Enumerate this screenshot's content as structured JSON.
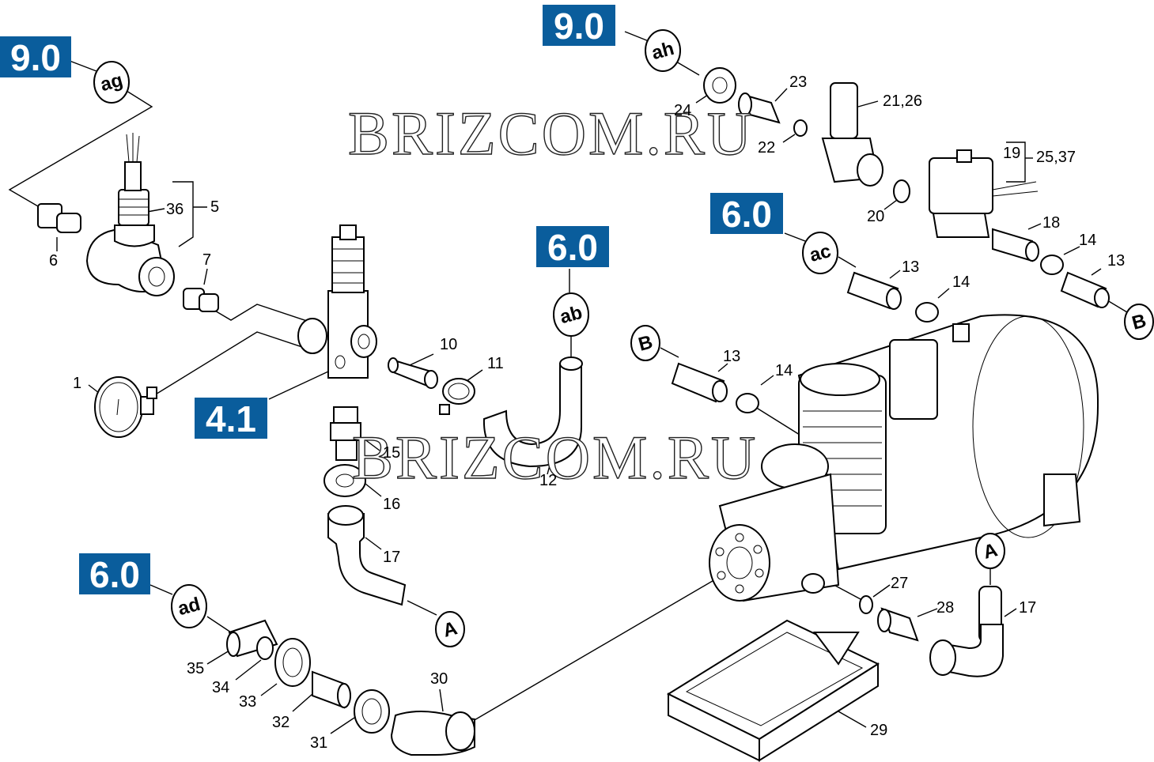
{
  "watermarks": [
    "BRIZCOM.RU",
    "BRIZCOM.RU"
  ],
  "badges": [
    "9.0",
    "9.0",
    "6.0",
    "6.0",
    "6.0",
    "4.1"
  ],
  "refs": [
    "ag",
    "ah",
    "ac",
    "ab",
    "ad",
    "B",
    "B",
    "A",
    "A"
  ],
  "parts": [
    "1",
    "5",
    "6",
    "7",
    "10",
    "11",
    "12",
    "13",
    "13",
    "13",
    "14",
    "14",
    "14",
    "15",
    "16",
    "17",
    "17",
    "18",
    "19",
    "20",
    "21,26",
    "22",
    "23",
    "24",
    "25,37",
    "27",
    "28",
    "29",
    "30",
    "31",
    "32",
    "33",
    "34",
    "35",
    "36"
  ]
}
